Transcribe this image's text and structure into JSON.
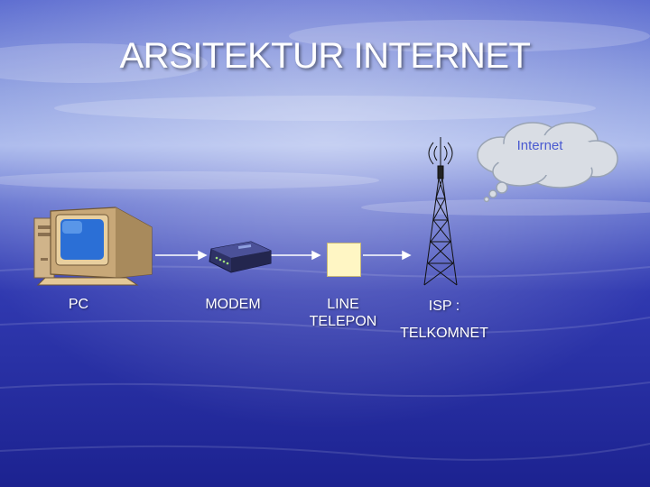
{
  "slide": {
    "title": "ARSITEKTUR INTERNET",
    "cloud_label": "Internet",
    "nodes": {
      "pc": "PC",
      "modem": "MODEM",
      "line_1": "LINE",
      "line_2": "TELEPON",
      "isp_1": "ISP :",
      "isp_2": "TELKOMNET"
    }
  },
  "colors": {
    "background_dark": "#1e2390",
    "background_light": "#9fb0e8",
    "title": "#ffffff",
    "cloud_fill": "#d9dde4",
    "cloud_text": "#4a5ad0",
    "telephone_box": "#fff6c4",
    "monitor_body": "#d9b88a",
    "screen": "#2b6fd6",
    "modem_body": "#34386a"
  },
  "icons": [
    "pc-icon",
    "modem-icon",
    "phone-line-box",
    "tower-icon",
    "internet-cloud"
  ]
}
